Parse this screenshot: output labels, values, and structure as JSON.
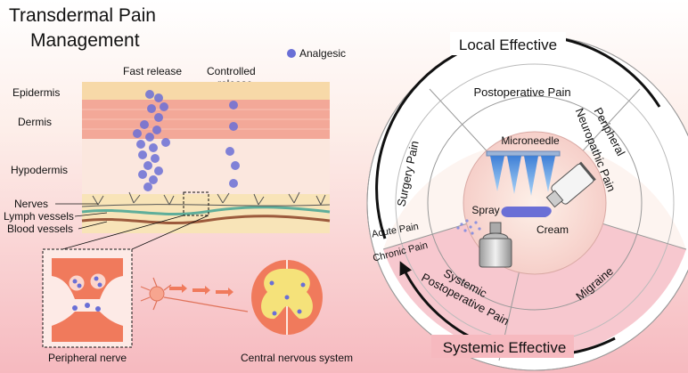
{
  "title": {
    "line1": "Transdermal Pain",
    "line2": "Management"
  },
  "legend": {
    "analgesic": "Analgesic"
  },
  "release": {
    "fast": "Fast release",
    "controlled_line1": "Controlled",
    "controlled_line2": "release"
  },
  "skin_layers": {
    "epidermis": "Epidermis",
    "dermis": "Dermis",
    "hypodermis": "Hypodermis",
    "nerves": "Nerves",
    "lymph": "Lymph vessels",
    "blood": "Blood vessels"
  },
  "bottom": {
    "peripheral_nerve": "Peripheral nerve",
    "cns": "Central nervous system"
  },
  "wheel": {
    "local_effective": "Local Effective",
    "systemic_effective": "Systemic Effective",
    "postoperative_pain": "Postoperative Pain",
    "peripheral": "Peripheral",
    "neuropathic_pain": "Neuropathic Pain",
    "surgery_pain": "Surgery Pain",
    "acute_pain": "Acute Pain",
    "chronic_pain": "Chronic Pain",
    "systemic": "Systemic",
    "postoperative_pain2": "Postoperative Pain",
    "migraine": "Migraine",
    "microneedle": "Microneedle",
    "spray": "Spray",
    "cream": "Cream"
  },
  "colors": {
    "analgesic": "#6a6fd6",
    "dermis": "#f3a898",
    "epidermis": "#f7d9a8",
    "ring_pink": "#f7c8cf",
    "center_pink": "#f9d8d2",
    "nerve_orange": "#f07a5c",
    "cns_yellow": "#f5e27a"
  }
}
